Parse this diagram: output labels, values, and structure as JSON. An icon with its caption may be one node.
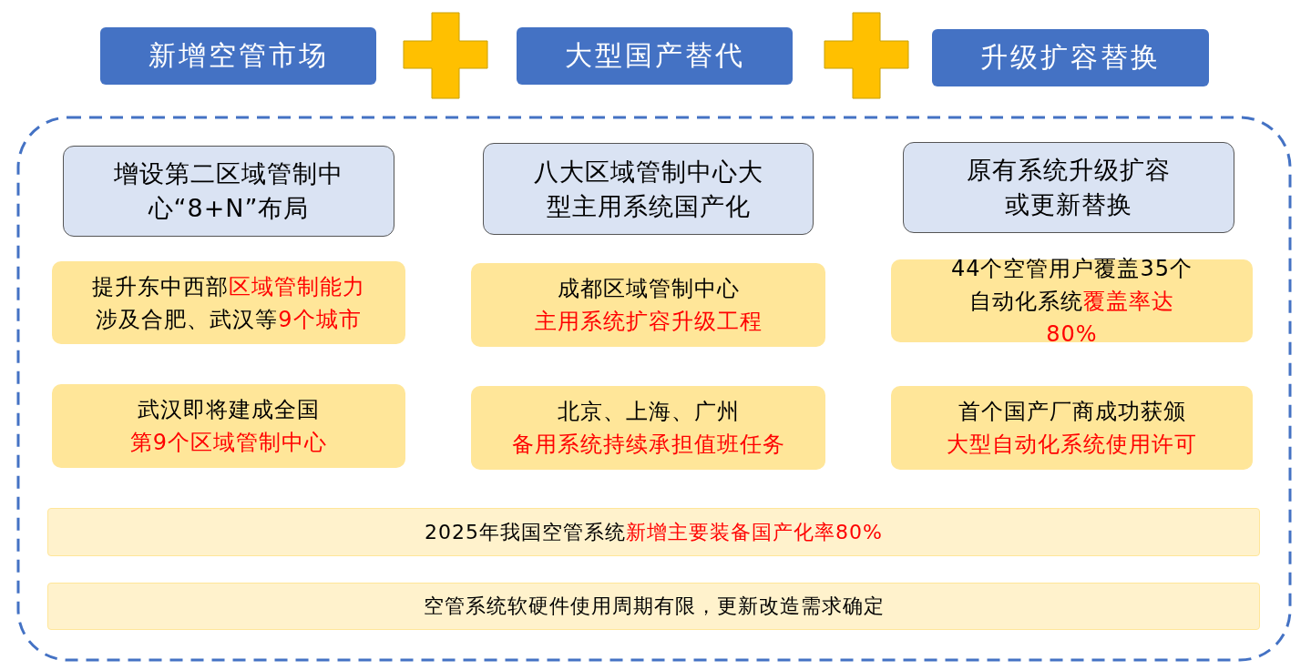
{
  "diagram": {
    "nodes": [
      {
        "text": [
          "新增空管市场"
        ]
      },
      {
        "text": [
          "大型国产替代"
        ]
      },
      {
        "text": [
          "升级扩容替换"
        ]
      },
      {
        "text": [],
        "shape": "box"
      },
      {
        "text": [
          "增设第二区域管制中心“8+N”布局"
        ],
        "in": 3
      },
      {
        "text": [
          "八大区域管制中心大型主用系统国产化"
        ],
        "in": 3
      },
      {
        "text": [
          "原有系统升级扩容或更新替换"
        ],
        "in": 3
      },
      {
        "text": [
          "提升东中西部**区域管制能力**涉及合肥、武汉等**9个城市**"
        ],
        "in": 3
      },
      {
        "text": [
          "成都区域管制中心**主用系统扩容升级工程**"
        ],
        "in": 3
      },
      {
        "text": [
          "44个空管用户覆盖35个自动化系统**覆盖率达80%**"
        ],
        "in": 3
      },
      {
        "text": [
          "武汉即将建成全国**第9个区域管制中心**"
        ],
        "in": 3
      },
      {
        "text": [
          "北京、上海、广州**备用系统持续承担值班任务**"
        ],
        "in": 3
      },
      {
        "text": [
          "首个国产厂商成功获颁**大型自动化系统使用许可**"
        ],
        "in": 3
      },
      {
        "text": [
          "2025年我国空管系统**新增主要装备国产化率80%**"
        ],
        "in": 3
      },
      {
        "text": [
          "空管系统软硬件使用周期有限，更新改造需求确定"
        ],
        "in": 3
      }
    ]
  }
}
